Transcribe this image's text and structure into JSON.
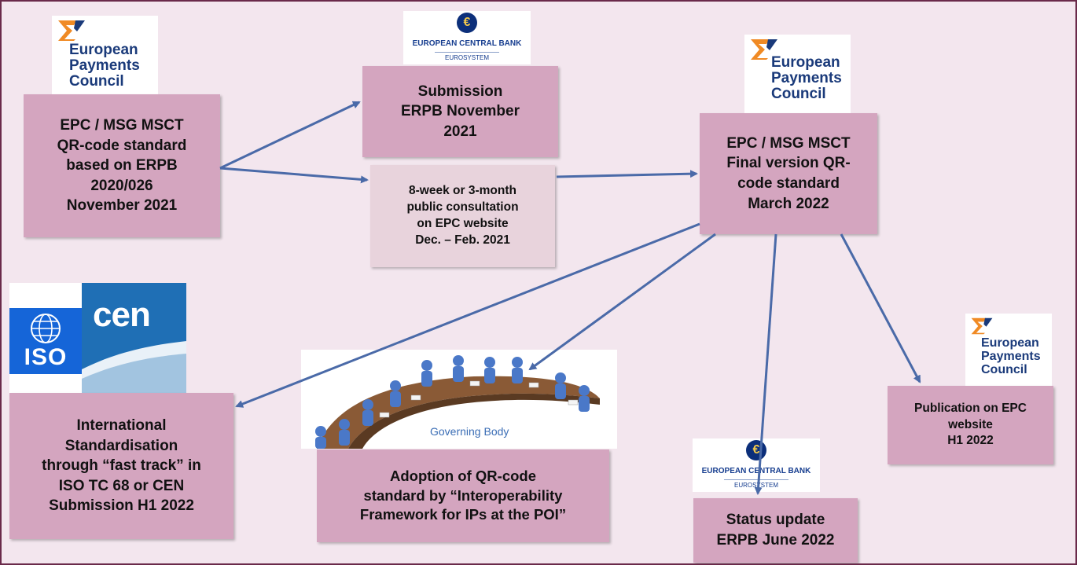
{
  "colors": {
    "box": "#d4a5bf",
    "box_light": "#e8d3dc",
    "arrow": "#4a6aa8",
    "background": "#f3e6ee",
    "epc_text": "#1a3a7a",
    "epc_orange": "#f08a24",
    "ecb_blue": "#0c2f7a",
    "iso_blue": "#1565d8",
    "cen_blue": "#1f6fb5"
  },
  "boxes": {
    "epc_initial": "EPC / MSG MSCT\nQR-code standard\nbased on ERPB\n2020/026\nNovember 2021",
    "submission": "Submission\nERPB November\n2021",
    "consultation": "8-week or 3-month\npublic consultation\non EPC website\nDec. – Feb. 2021",
    "final_version": "EPC / MSG MSCT\nFinal version QR-\ncode standard\nMarch 2022",
    "international": "International\nStandardisation\nthrough “fast track” in\nISO TC 68 or CEN\nSubmission H1 2022",
    "adoption": "Adoption of QR-code\nstandard by “Interoperability\nFramework for IPs at the POI”",
    "status_update": "Status update\nERPB June 2022",
    "publication": "Publication on EPC\nwebsite\nH1 2022"
  },
  "logos": {
    "epc": {
      "line1": "European",
      "line2": "Payments",
      "line3": "Council",
      "icon": "epc-sigma-icon"
    },
    "ecb": {
      "name": "EUROPEAN CENTRAL BANK",
      "sub": "EUROSYSTEM",
      "symbol": "€",
      "icon": "ecb-euro-icon"
    },
    "iso": {
      "text": "ISO",
      "icon": "iso-globe-icon"
    },
    "cen": {
      "text": "cen",
      "icon": "cen-logo-icon"
    }
  },
  "illustration": {
    "caption": "Governing Body",
    "icon": "meeting-table-icon"
  }
}
